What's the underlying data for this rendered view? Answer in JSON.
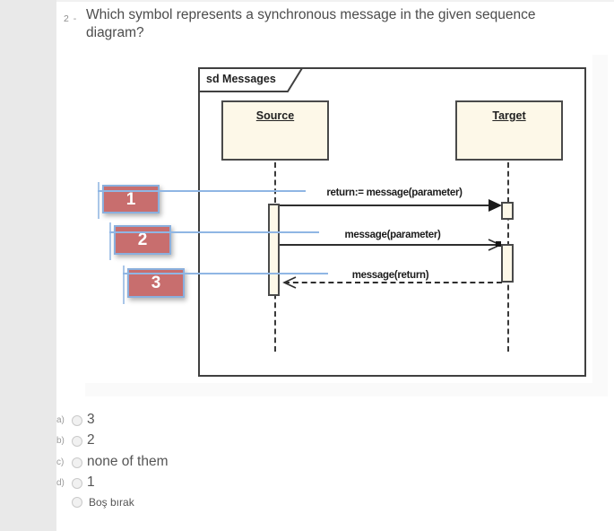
{
  "question": {
    "number": "2 -",
    "text": "Which symbol represents a synchronous message in the given sequence diagram?"
  },
  "diagram": {
    "frame_label": "sd Messages",
    "lifelines": [
      {
        "name": "Source"
      },
      {
        "name": "Target"
      }
    ],
    "messages": [
      {
        "num": "1",
        "label": "return:= message(parameter)",
        "from": "Source",
        "to": "Target",
        "line": "solid",
        "arrowhead": "filled-triangle"
      },
      {
        "num": "2",
        "label": "message(parameter)",
        "from": "Source",
        "to": "Target",
        "line": "solid",
        "arrowhead": "open"
      },
      {
        "num": "3",
        "label": "message(return)",
        "from": "Target",
        "to": "Source",
        "line": "dashed",
        "arrowhead": "open"
      }
    ],
    "callouts": [
      {
        "label": "1"
      },
      {
        "label": "2"
      },
      {
        "label": "3"
      }
    ],
    "colors": {
      "callout_fill": "#c86e6e",
      "callout_border": "#8aafdd",
      "callout_line": "#8fb6e4",
      "box_fill": "#fdf8e8",
      "frame_border": "#404040"
    }
  },
  "options": [
    {
      "letter": "a)",
      "label": "3"
    },
    {
      "letter": "b)",
      "label": "2"
    },
    {
      "letter": "c)",
      "label": "none of them"
    },
    {
      "letter": "d)",
      "label": "1"
    }
  ],
  "blank_option": {
    "label": "Boş bırak"
  }
}
